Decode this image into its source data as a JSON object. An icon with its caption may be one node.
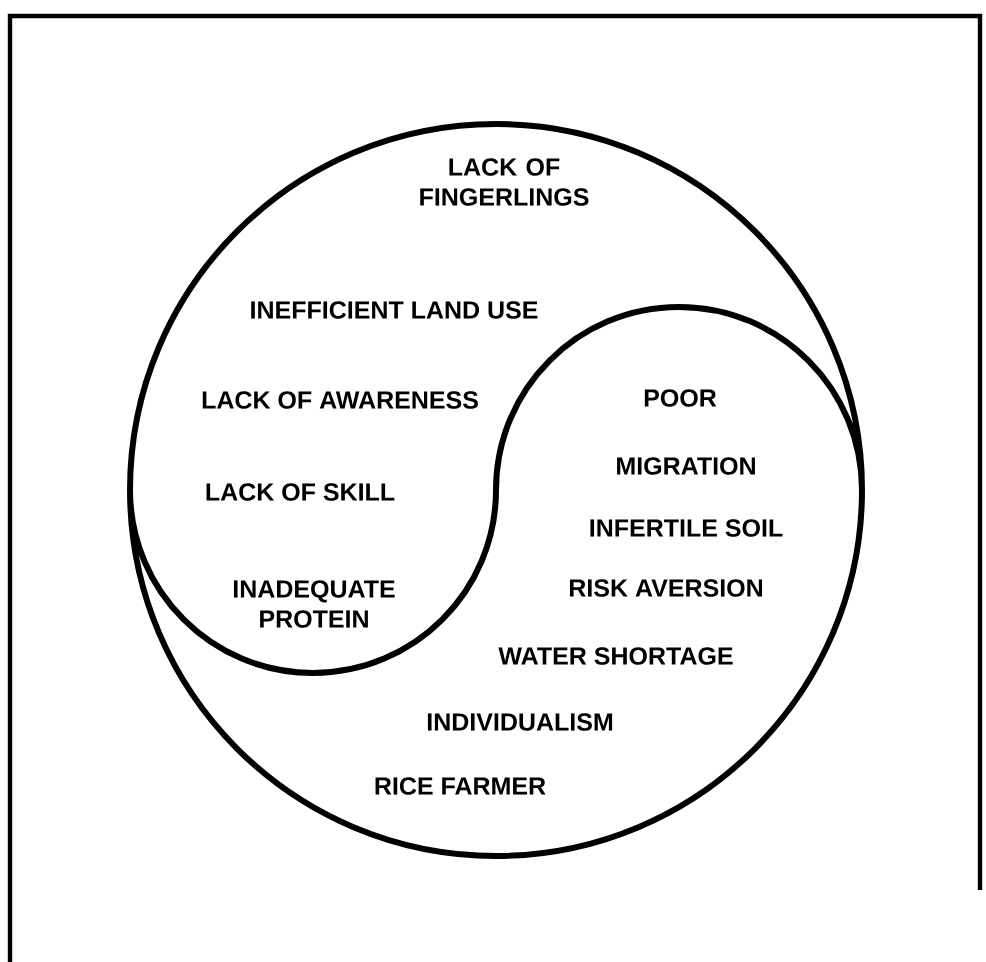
{
  "diagram": {
    "labels": [
      "LACK OF FINGERLINGS",
      "INEFFICIENT LAND USE",
      "LACK OF AWARENESS",
      "POOR",
      "MIGRATION",
      "LACK OF SKILL",
      "INFERTILE SOIL",
      "RISK AVERSION",
      "INADEQUATE PROTEIN",
      "WATER SHORTAGE",
      "INDIVIDUALISM",
      "RICE FARMER"
    ]
  }
}
